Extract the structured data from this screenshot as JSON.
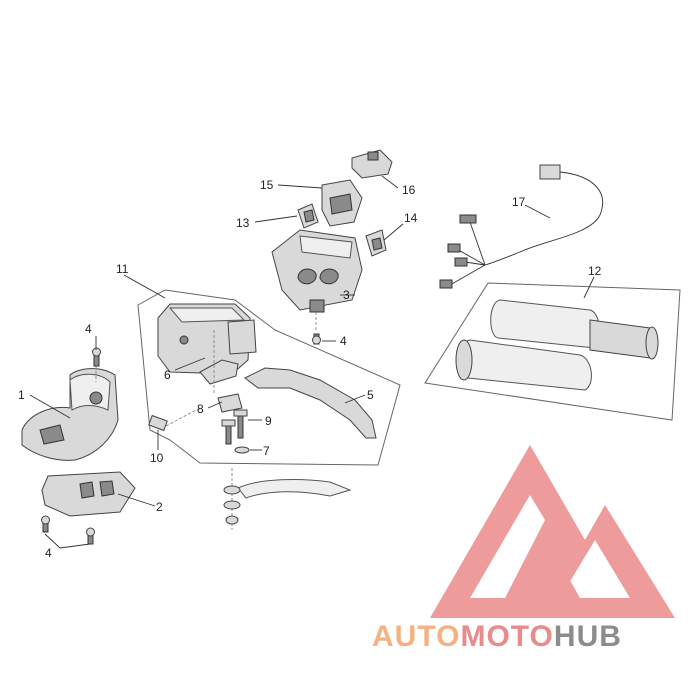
{
  "callouts": {
    "c1": "1",
    "c2": "2",
    "c3": "3",
    "c4a": "4",
    "c4b": "4",
    "c4c": "4",
    "c5": "5",
    "c6": "6",
    "c7": "7",
    "c8": "8",
    "c9": "9",
    "c10": "10",
    "c11": "11",
    "c12": "12",
    "c13": "13",
    "c14": "14",
    "c15": "15",
    "c16": "16",
    "c17": "17"
  },
  "watermark": {
    "part1": "AUTO",
    "part2": "MOTO",
    "part3": "HUB",
    "color_orange": "#f4b183",
    "color_red": "#ea8a8a",
    "color_gray": "#8c8c8c"
  }
}
